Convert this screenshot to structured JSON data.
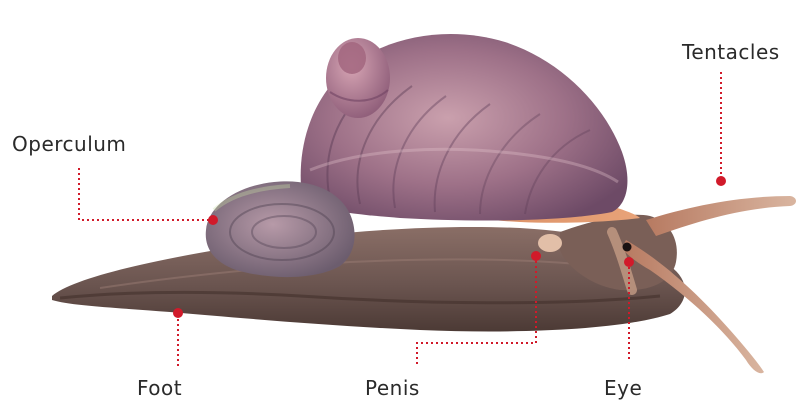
{
  "labels": {
    "tentacles": "Tentacles",
    "operculum": "Operculum",
    "foot": "Foot",
    "penis": "Penis",
    "eye": "Eye"
  },
  "colors": {
    "leader": "#d11a2a",
    "shell_light": "#c68f9b",
    "shell_dark": "#7a5677",
    "mantle": "#e0956a",
    "body": "#6f5a55",
    "foot_edge": "#4f3b36"
  }
}
